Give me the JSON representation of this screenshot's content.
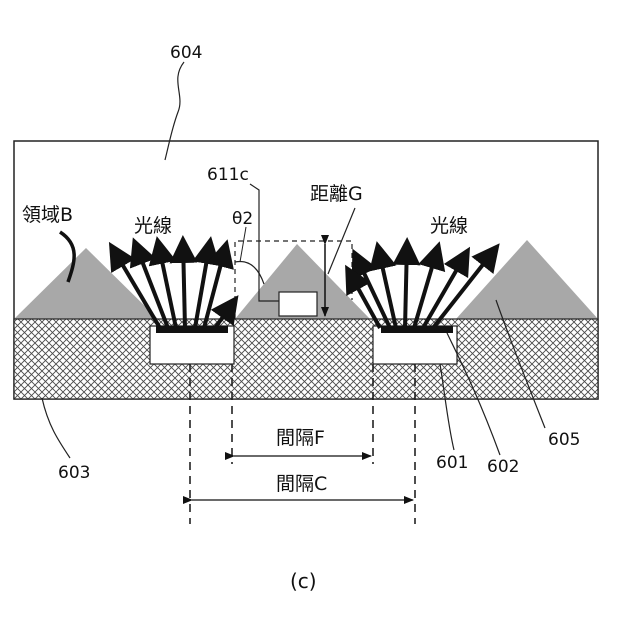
{
  "diagram": {
    "caption": "(c)",
    "labels": {
      "cover": "604",
      "region_b": "領域B",
      "light_left": "光線",
      "light_right": "光線",
      "angle": "θ2",
      "sensor": "611c",
      "distance": "距離G",
      "substrate": "603",
      "led_package": "601",
      "led_chip": "602",
      "prism": "605",
      "spacing_f": "間隔F",
      "spacing_c": "間隔C"
    }
  }
}
